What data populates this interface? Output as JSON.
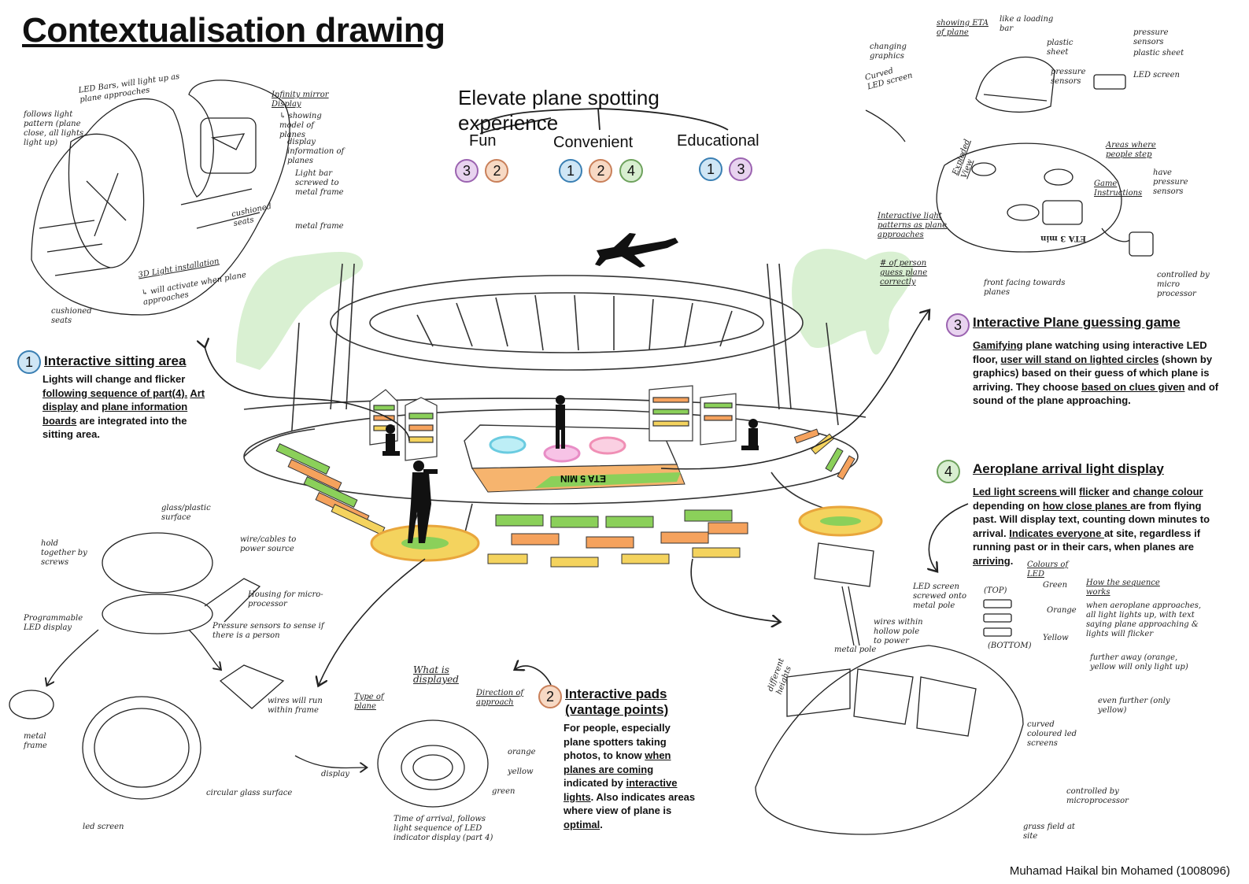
{
  "title": "Contextualisation drawing",
  "goal": "Elevate plane spotting experience",
  "categories": [
    {
      "name": "Fun",
      "parts": [
        "3",
        "2"
      ]
    },
    {
      "name": "Convenient",
      "parts": [
        "1",
        "2",
        "4"
      ]
    },
    {
      "name": "Educational",
      "parts": [
        "1",
        "3"
      ]
    }
  ],
  "features": [
    {
      "number": "1",
      "title": "Interactive sitting area",
      "desc": [
        {
          "t": "Lights will change and flicker ",
          "u": false
        },
        {
          "t": "following sequence of part(4).",
          "u": true
        },
        {
          "t": " ",
          "u": false
        },
        {
          "t": "Art display",
          "u": true
        },
        {
          "t": " and ",
          "u": false
        },
        {
          "t": "plane information boards",
          "u": true
        },
        {
          "t": " are integrated into the sitting area.",
          "u": false
        }
      ]
    },
    {
      "number": "2",
      "title": "Interactive pads (vantage points)",
      "desc": [
        {
          "t": "For people, especially plane spotters taking photos, to know ",
          "u": false
        },
        {
          "t": "when planes are coming",
          "u": true
        },
        {
          "t": " indicated by ",
          "u": false
        },
        {
          "t": "interactive lights",
          "u": true
        },
        {
          "t": ". Also indicates areas where view of plane is ",
          "u": false
        },
        {
          "t": "optimal",
          "u": true
        },
        {
          "t": ".",
          "u": false
        }
      ]
    },
    {
      "number": "3",
      "title": "Interactive Plane guessing game",
      "desc": [
        {
          "t": "Gamifying",
          "u": true
        },
        {
          "t": " plane watching using interactive LED floor, ",
          "u": false
        },
        {
          "t": "user will stand on lighted circles",
          "u": true
        },
        {
          "t": " (shown by graphics) based on their guess of which plane is arriving. They choose ",
          "u": false
        },
        {
          "t": "based on clues given",
          "u": true
        },
        {
          "t": " and of sound of the plane approaching.",
          "u": false
        }
      ]
    },
    {
      "number": "4",
      "title": "Aeroplane arrival light display",
      "desc": [
        {
          "t": "Led light screens ",
          "u": true
        },
        {
          "t": "will ",
          "u": false
        },
        {
          "t": "flicker",
          "u": true
        },
        {
          "t": " and ",
          "u": false
        },
        {
          "t": "change colour",
          "u": true
        },
        {
          "t": " depending on ",
          "u": false
        },
        {
          "t": "how close planes ",
          "u": true
        },
        {
          "t": "are from flying past. Will display text, counting down minutes to arrival. ",
          "u": false
        },
        {
          "t": "Indicates everyone ",
          "u": true
        },
        {
          "t": "at site, regardless if running past or in their cars, when planes are ",
          "u": false
        },
        {
          "t": "arriving",
          "u": true
        },
        {
          "t": ".",
          "u": false
        }
      ]
    }
  ],
  "sketch_notes": {
    "seat": [
      "LED Bars, will light up as plane approaches",
      "follows light pattern (plane close, all lights light up)",
      "Infinity mirror Display",
      "↳ showing model of planes",
      "display information of planes",
      "Light bar screwed to metal frame",
      "cushioned seats",
      "metal frame",
      "3D Light installation",
      "↳ will activate when plane approaches",
      "cushioned seats"
    ],
    "game": [
      "changing graphics",
      "Curved LED screen",
      "showing ETA of plane",
      "like a loading bar",
      "plastic sheet",
      "pressure sensors",
      "pressure sensors",
      "plastic sheet",
      "LED screen",
      "Exploded View",
      "Areas where people step",
      "have pressure sensors",
      "Game Instructions",
      "Interactive light patterns as plane approaches",
      "# of person guess plane correctly",
      "front facing towards planes",
      "controlled by micro processor",
      "ETA 3 min"
    ],
    "pad": [
      "glass/plastic surface",
      "wire/cables to power source",
      "hold together by screws",
      "Housing for micro-processor",
      "Programmable LED display",
      "Pressure sensors to sense if there is a person",
      "wires will run within frame",
      "metal frame",
      "circular glass surface",
      "led screen",
      "display"
    ],
    "pad_top": [
      "What is displayed",
      "Type of plane",
      "Direction of approach",
      "orange",
      "yellow",
      "green",
      "Time of arrival, follows light sequence of LED indicator display (part 4)"
    ],
    "display": [
      "LED screen screwed onto metal pole",
      "wires within hollow pole to power",
      "metal pole",
      "different heights",
      "Colours of LED",
      "(TOP)",
      "Green",
      "Orange",
      "(BOTTOM)",
      "Yellow",
      "How the sequence works",
      "when aeroplane approaches, all light lights up, with text saying plane approaching & lights will flicker",
      "further away (orange, yellow will only light up)",
      "even further (only yellow)",
      "curved coloured led screens",
      "controlled by microprocessor",
      "grass field at site"
    ]
  },
  "author": "Muhamad Haikal bin Mohamed (1008096)",
  "colors": {
    "green": "#8bd05a",
    "orange": "#f5a25d",
    "yellow": "#f4d35e",
    "pink": "#f08fc8",
    "cyan": "#7fd8e8",
    "mint": "#d6efd0"
  }
}
